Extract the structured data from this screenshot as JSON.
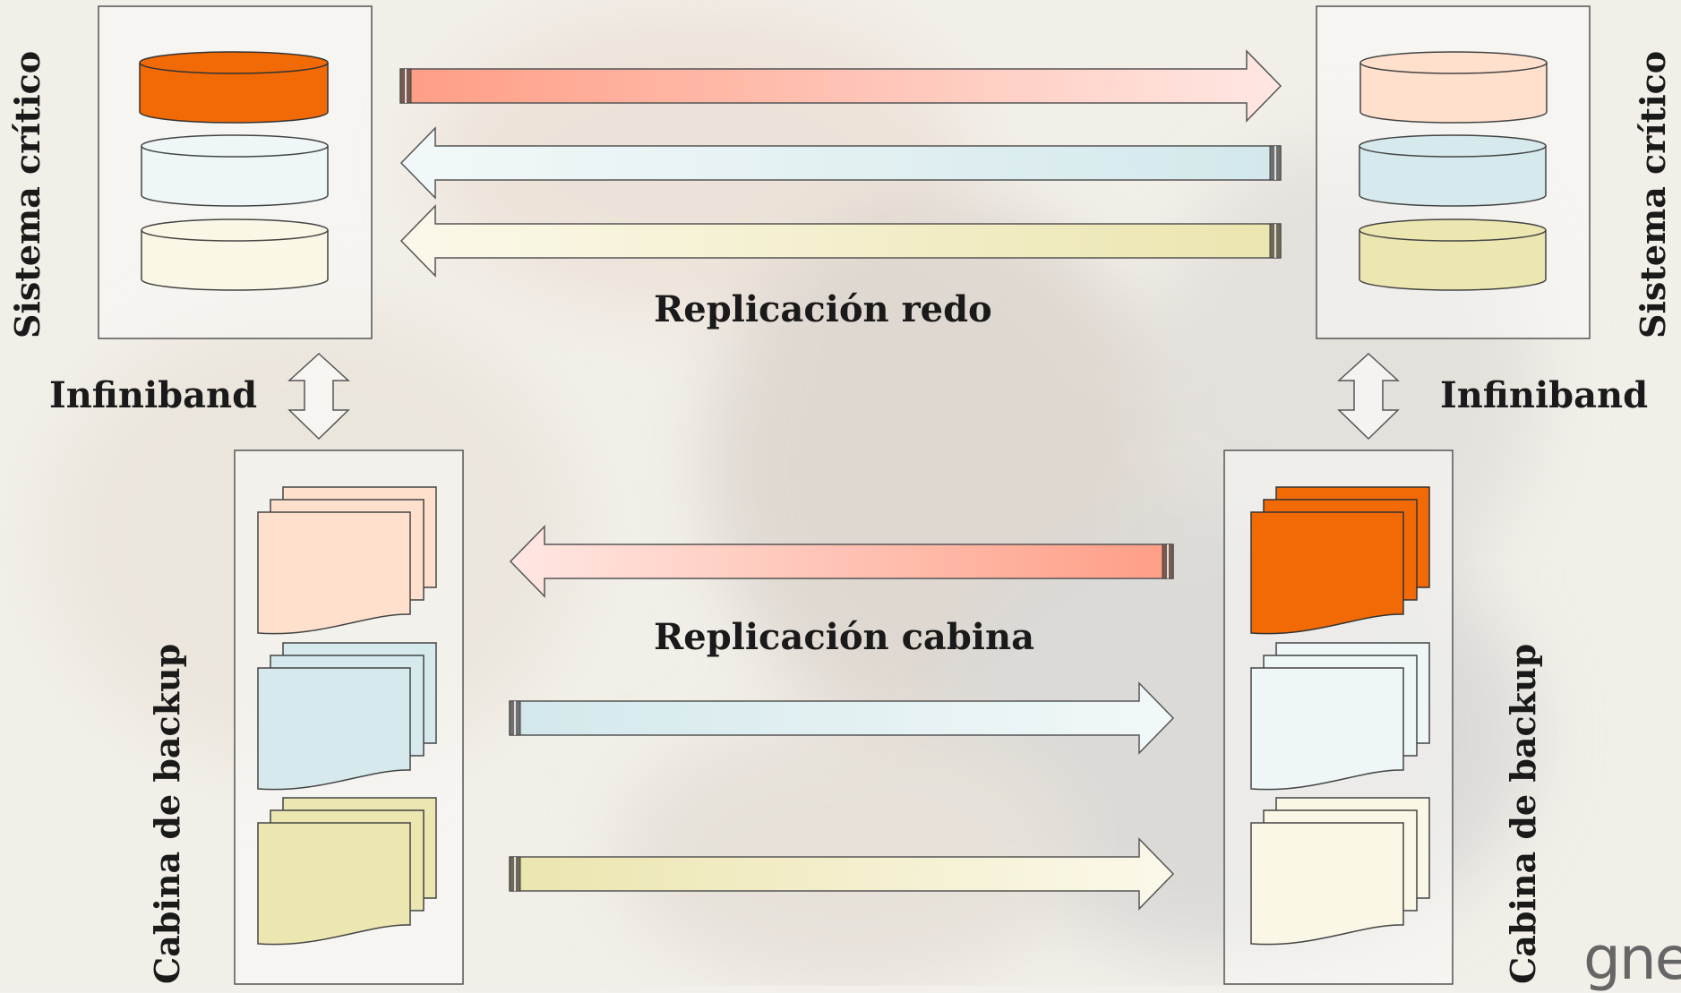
{
  "labels": {
    "sistema_critico_left": "Sistema crítico",
    "sistema_critico_right": "Sistema crítico",
    "infiniband_left": "Infiniband",
    "infiniband_right": "Infiniband",
    "replicacion_redo": "Replicación redo",
    "replicacion_cabina": "Replicación cabina",
    "cabina_backup_left": "Cabina de backup",
    "cabina_backup_right": "Cabina de backup",
    "logo": "gne"
  },
  "colors": {
    "orange_strong": "#f26a06",
    "peach": "#ffe0cc",
    "light_blue": "#d6e9ec",
    "very_light_blue": "#eef6f7",
    "cream": "#fbf7e6",
    "khaki": "#ece6b0",
    "arrow_red_dark": "#ff9d85",
    "arrow_red_light": "#ffe7e3",
    "arrow_blue_dark": "#d6e9ec",
    "arrow_blue_light": "#f2f8f9",
    "arrow_yellow_dark": "#ece6b0",
    "arrow_yellow_light": "#fbf8ea"
  }
}
